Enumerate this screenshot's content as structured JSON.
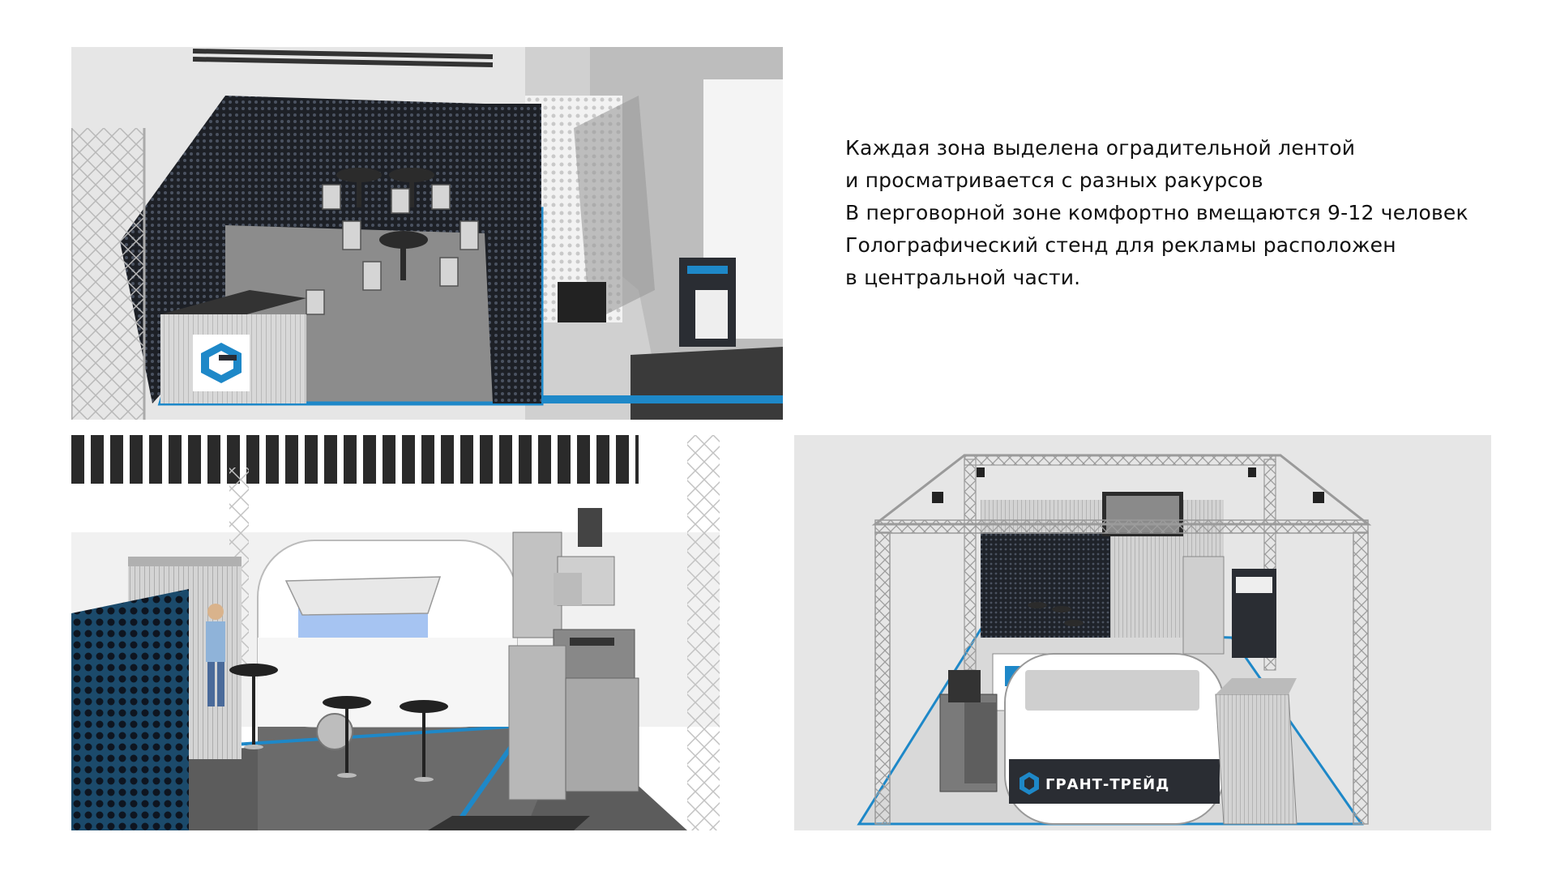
{
  "description": {
    "lines": [
      "Каждая зона выделена оградительной лентой",
      "и просматривается с разных ракурсов",
      "В перговорной зоне комфортно вмещаются 9-12 человек",
      "Голографический стенд для рекламы расположен",
      "в центральной части."
    ]
  },
  "renders": {
    "top_left": {
      "name": "meeting-zone-render"
    },
    "bottom_left": {
      "name": "food-trailer-zone-render"
    },
    "bottom_right": {
      "name": "booth-overview-render",
      "brand_label": "ГРАНТ-ТРЕЙД"
    }
  },
  "colors": {
    "accent_blue": "#1e88c8",
    "panel_gray": "#e6e6e6",
    "dark_panel": "#2a2d33",
    "floor_gray": "#8c8c8c"
  }
}
